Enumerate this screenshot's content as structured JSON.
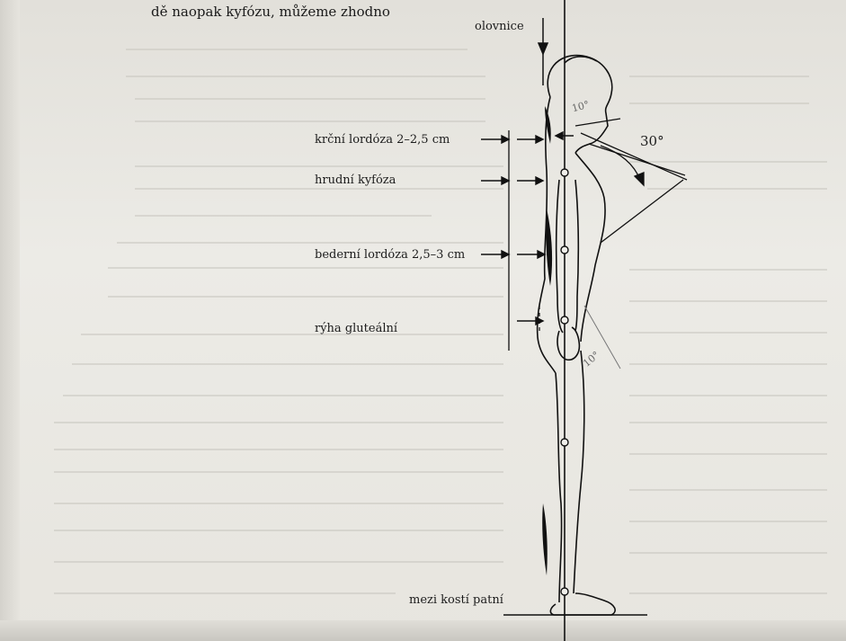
{
  "top_text": "dě naopak kyfózu, můžeme zhodno",
  "labels": {
    "plumb_line": "olovnice",
    "cervical": "krční lordóza 2–2,5 cm",
    "thoracic": "hrudní kyfóza",
    "lumbar": "bederní lordóza 2,5–3 cm",
    "gluteal": "rýha gluteální",
    "heels": "mezi kostí patní",
    "head_angle": "30°",
    "small_angle_top": "10°",
    "small_angle_mid": "10°"
  }
}
